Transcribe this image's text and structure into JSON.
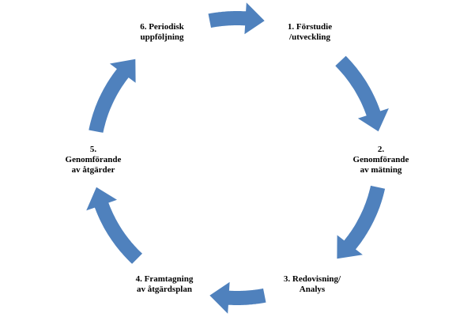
{
  "diagram": {
    "arrow_color": "#4f81bd",
    "background_color": "#ffffff",
    "steps": [
      {
        "line1": "1. Förstudie",
        "line2": "/utveckling"
      },
      {
        "line1": "2.",
        "line2": "Genomförande",
        "line3": "av mätning"
      },
      {
        "line1": "3. Redovisning/",
        "line2": "Analys"
      },
      {
        "line1": "4. Framtagning",
        "line2": "av åtgärdsplan"
      },
      {
        "line1": "5.",
        "line2": "Genomförande",
        "line3": "av åtgärder"
      },
      {
        "line1": "6. Periodisk",
        "line2": "uppföljning"
      }
    ]
  }
}
